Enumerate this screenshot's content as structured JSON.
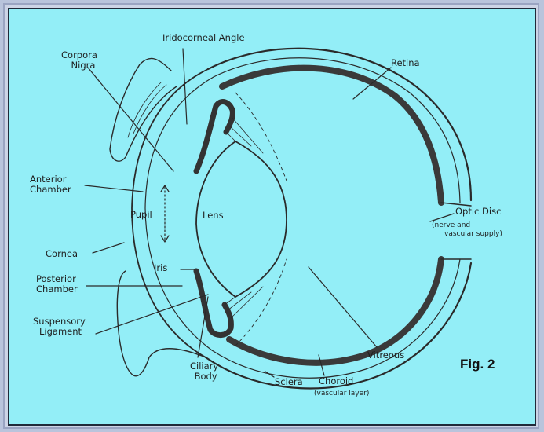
{
  "labels": {
    "corpora_nigra_1": "Corpora",
    "corpora_nigra_2": "Nigra",
    "iridocorneal_angle": "Iridocorneal Angle",
    "retina": "Retina",
    "anterior_chamber_1": "Anterior",
    "anterior_chamber_2": "Chamber",
    "pupil": "Pupil",
    "lens": "Lens",
    "optic_disc": "Optic Disc",
    "optic_disc_sub_1": "(nerve and",
    "optic_disc_sub_2": "vascular supply)",
    "cornea": "Cornea",
    "iris": "Iris",
    "posterior_chamber_1": "Posterior",
    "posterior_chamber_2": "Chamber",
    "suspensory_ligament_1": "Suspensory",
    "suspensory_ligament_2": "Ligament",
    "ciliary_body_1": "Ciliary",
    "ciliary_body_2": "Body",
    "sclera": "Sclera",
    "choroid": "Choroid",
    "choroid_sub": "(vascular layer)",
    "vitreous": "Vitreous"
  },
  "figure_caption": "Fig. 2",
  "colors": {
    "background": "#93eef7",
    "frame": "#cdd4e6",
    "line": "#2a2a2a",
    "choroid": "#3a3a3a"
  }
}
